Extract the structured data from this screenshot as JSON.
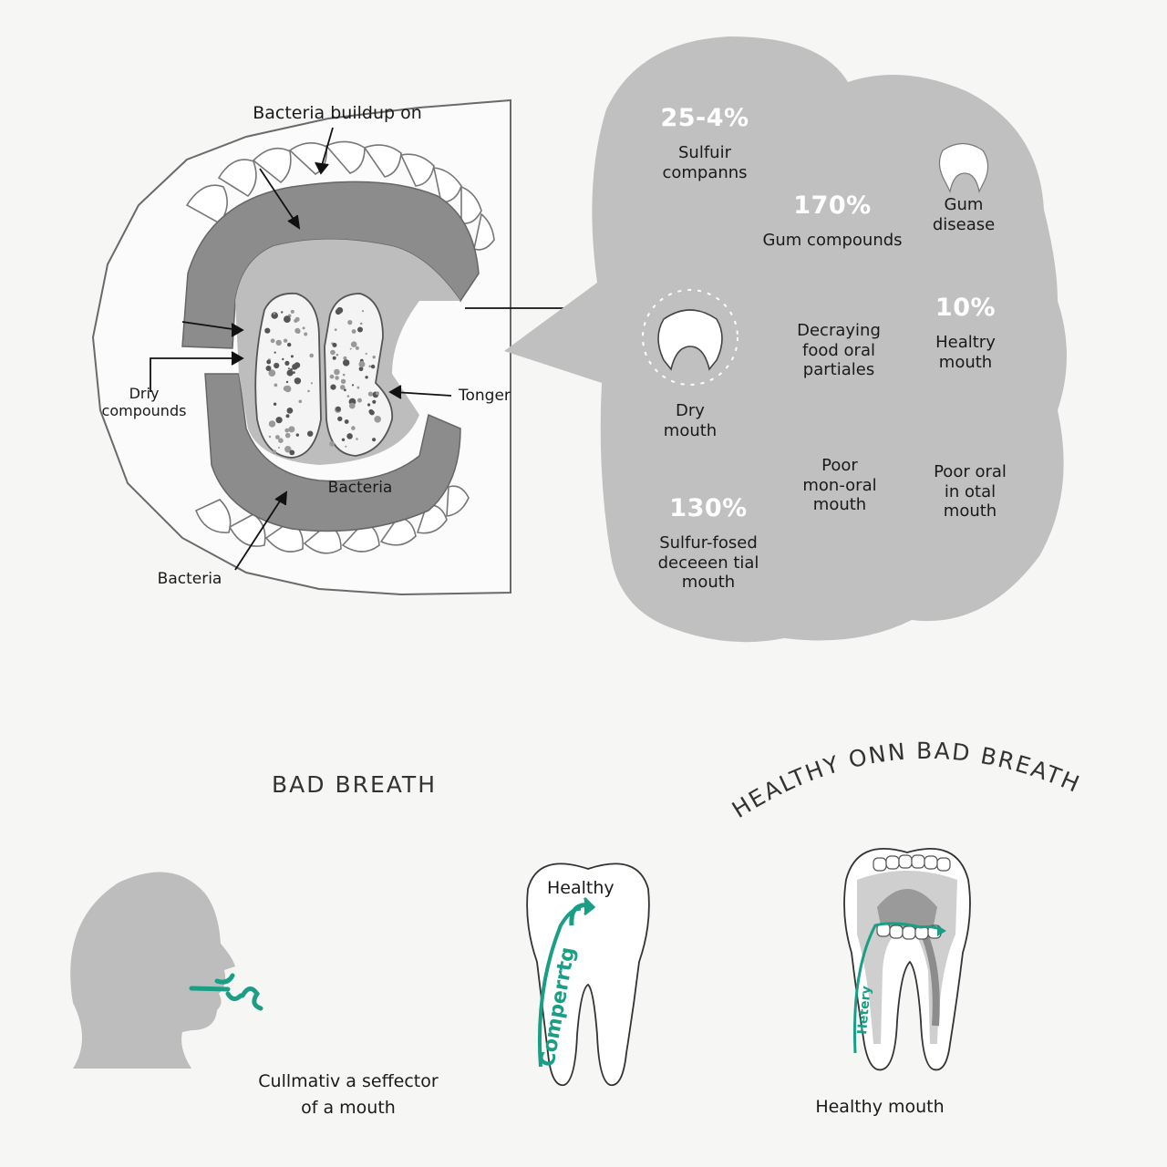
{
  "mouth_diagram": {
    "label_top": "Bacteria buildup on",
    "label_left": "Driy\ncompounds",
    "label_tongue": "Tonger",
    "label_bacteria_inner": "Bacteria",
    "label_bacteria_bottom": "Bacteria"
  },
  "cloud": {
    "items": [
      {
        "pct": "25-4%",
        "label": "Sulfuir\ncompanns"
      },
      {
        "pct": "170%",
        "label": "Gum compounds"
      },
      {
        "pct": "",
        "label": "Gum\ndisease"
      },
      {
        "pct": "",
        "label": "Dry\nmouth"
      },
      {
        "pct": "",
        "label": "Decraying\nfood oral\npartiales"
      },
      {
        "pct": "10%",
        "label": "Healtry\nmouth"
      },
      {
        "pct": "130%",
        "label": "Sulfur-fosed\ndeceeen tial\nmouth"
      },
      {
        "pct": "",
        "label": "Poor\nmon-oral\nmouth"
      },
      {
        "pct": "",
        "label": "Poor oral\nin otal\nmouth"
      }
    ]
  },
  "bottom": {
    "title_left": "BAD BREATH",
    "title_arc": "HEALTHY ONN BAD BREATH",
    "caption_left": "Cullmativ a seffector\nof a mouth",
    "tooth_middle_label": "Healthy",
    "tooth_middle_arrow_text": "Comperrtg",
    "tooth_right_arrow_text": "Hetery",
    "caption_right": "Healthy mouth"
  },
  "colors": {
    "accent": "#1a9e85",
    "cloud": "#c0c0c0",
    "gum": "#8c8c8c",
    "tongue_bg": "#b9b9b9",
    "head": "#bdbdbd"
  }
}
